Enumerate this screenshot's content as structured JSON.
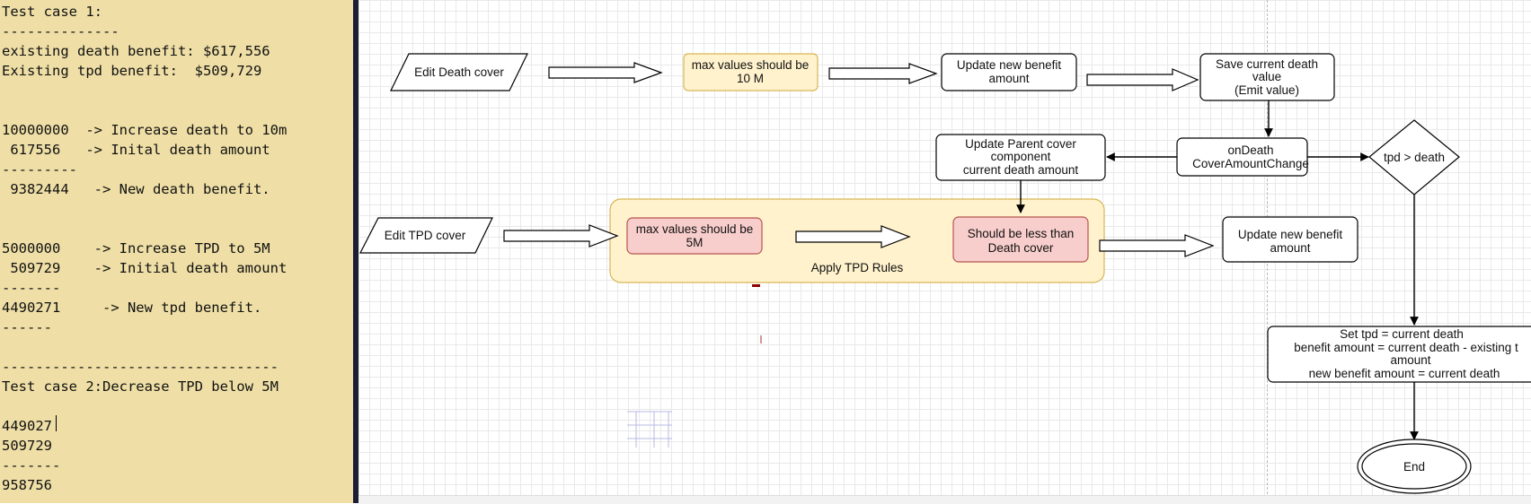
{
  "notepad": {
    "text": "Test case 1:\n--------------\nexisting death benefit: $617,556\nExisting tpd benefit:  $509,729\n\n\n10000000  -> Increase death to 10m\n 617556   -> Inital death amount\n---------\n 9382444   -> New death benefit.\n\n\n5000000    -> Increase TPD to 5M\n 509729    -> Initial death amount\n-------\n4490271     -> New tpd benefit.\n------\n\n---------------------------------\nTest case 2:Decrease TPD below 5M\n\n449027\n509729\n-------\n958756"
  },
  "diagram": {
    "nodes": {
      "edit_death": "Edit Death cover",
      "max_death": [
        "max values should be",
        "10 M"
      ],
      "update_new_benefit_1": [
        "Update new benefit",
        "amount"
      ],
      "save_death": [
        "Save current death",
        "value",
        "(Emit value)"
      ],
      "update_parent": [
        "Update Parent cover",
        "component",
        "current death amount"
      ],
      "on_death_change": [
        "onDeath",
        "CoverAmountChange"
      ],
      "tpd_gt_death": "tpd > death",
      "edit_tpd": "Edit TPD cover",
      "max_tpd": [
        "max values should be",
        "5M"
      ],
      "less_than_death": [
        "Should be less than",
        "Death cover"
      ],
      "apply_tpd_rules": "Apply TPD Rules",
      "update_new_benefit_2": [
        "Update new benefit",
        "amount"
      ],
      "set_tpd": [
        "Set tpd = current death",
        "benefit amount = current death - existing t",
        "amount",
        "new benefit amount = current death"
      ],
      "end": "End"
    }
  },
  "colors": {
    "notepad_bg": "#efdfa6",
    "yellow_fill": "#fff2cc",
    "yellow_stroke": "#d6b656",
    "red_fill": "#f8cecc",
    "red_stroke": "#b85450"
  }
}
